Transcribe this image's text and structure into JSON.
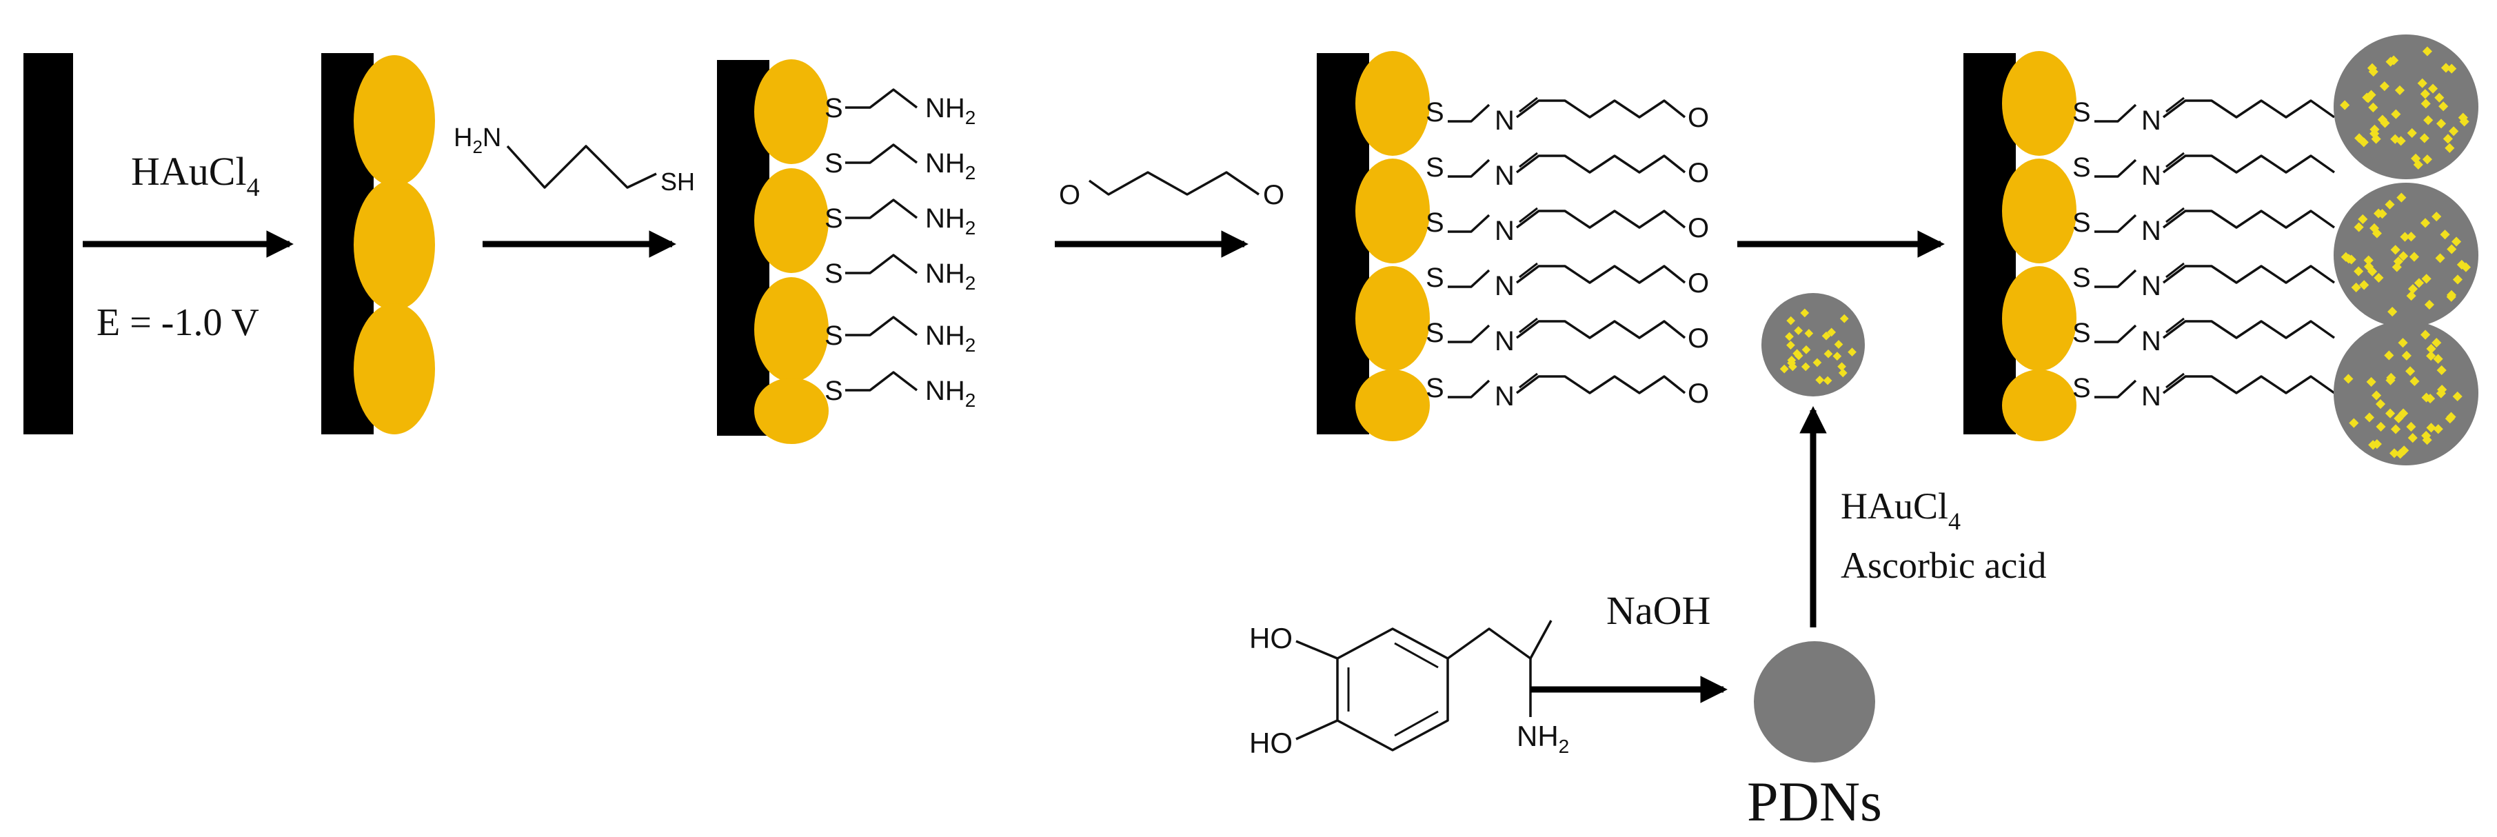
{
  "step1": {
    "reagent": "HAuCl",
    "reagent_sub": "4",
    "potential": "E = -1.0 V"
  },
  "cysteamine": {
    "amine": "H",
    "amine_sub": "2",
    "amine_n": "N",
    "thiol": "SH"
  },
  "amine_layer": {
    "s": "S",
    "nh": "NH",
    "nh_sub": "2"
  },
  "aldehyde_layer": {
    "s": "S",
    "n": "N",
    "o": "O"
  },
  "final_layer": {
    "s": "S",
    "n": "N"
  },
  "dopamine": {
    "oh_top": "HO",
    "oh_bottom": "HO",
    "nh": "NH",
    "nh_sub": "2"
  },
  "naoh": "NaOH",
  "pdn_step": {
    "reagent": "HAuCl",
    "reagent_sub": "4",
    "reagent2": "Ascorbic acid"
  },
  "pdn_label": "PDNs",
  "colors": {
    "gold": "#F2B705",
    "plate": "#000000",
    "pdn": "#7a7a7a",
    "dots": "#F2E01E"
  }
}
